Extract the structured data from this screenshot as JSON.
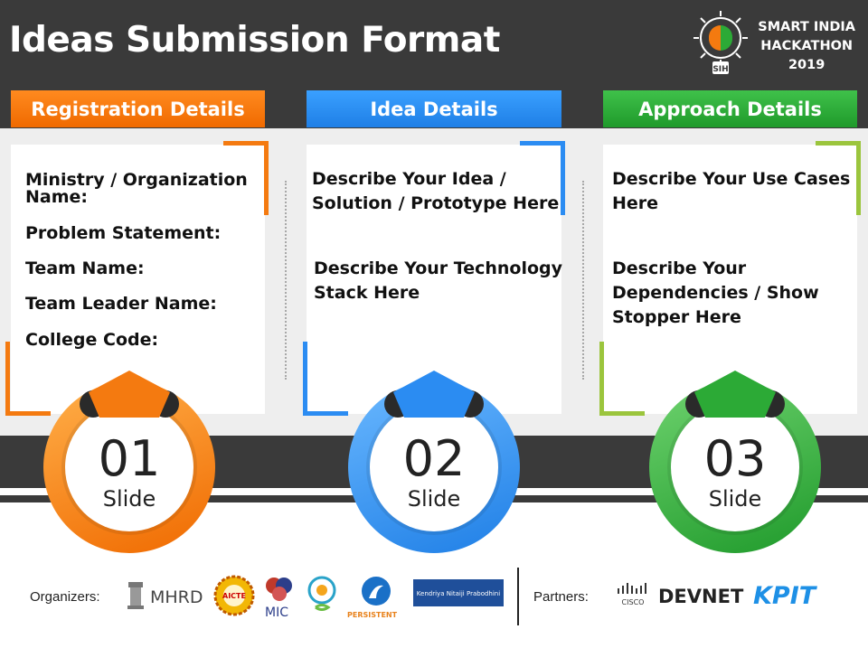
{
  "header": {
    "title": "Ideas Submission Format",
    "brand_line1": "SMART INDIA",
    "brand_line2": "HACKATHON",
    "brand_line3": "2019",
    "logo_text": "SIH"
  },
  "tabs": [
    {
      "label": "Registration Details",
      "color": "#f47a10"
    },
    {
      "label": "Idea Details",
      "color": "#2b8cf2"
    },
    {
      "label": "Approach Details",
      "color": "#2caa36"
    }
  ],
  "card1": {
    "fields": [
      {
        "line1": "Ministry / Organization",
        "line2": "Name:"
      },
      {
        "line1": "Problem Statement:"
      },
      {
        "line1": "Team Name:"
      },
      {
        "line1": "Team Leader Name:"
      },
      {
        "line1": "College Code:"
      }
    ]
  },
  "card2": {
    "p1_line1": "Describe Your Idea /",
    "p1_line2": "Solution / Prototype Here",
    "p2_line1": "Describe Your Technology",
    "p2_line2": "Stack Here"
  },
  "card3": {
    "p1_line1": "Describe Your Use Cases",
    "p1_line2": "Here",
    "p2_line1": "Describe Your",
    "p2_line2": "Dependencies / Show",
    "p2_line3": "Stopper Here"
  },
  "slides": [
    {
      "number": "01",
      "label": "Slide"
    },
    {
      "number": "02",
      "label": "Slide"
    },
    {
      "number": "03",
      "label": "Slide"
    }
  ],
  "footer": {
    "organizers_label": "Organizers:",
    "partners_label": "Partners:",
    "logos": {
      "mhrd": "MHRD",
      "aicte": "AICTE",
      "mic": "MIC",
      "persistent": "PERSISTENT",
      "kendriya": "Kendriya Nitaiji Prabodhini",
      "cisco": "CISCO",
      "devnet": "DEVNET",
      "kpit": "KPIT"
    }
  }
}
